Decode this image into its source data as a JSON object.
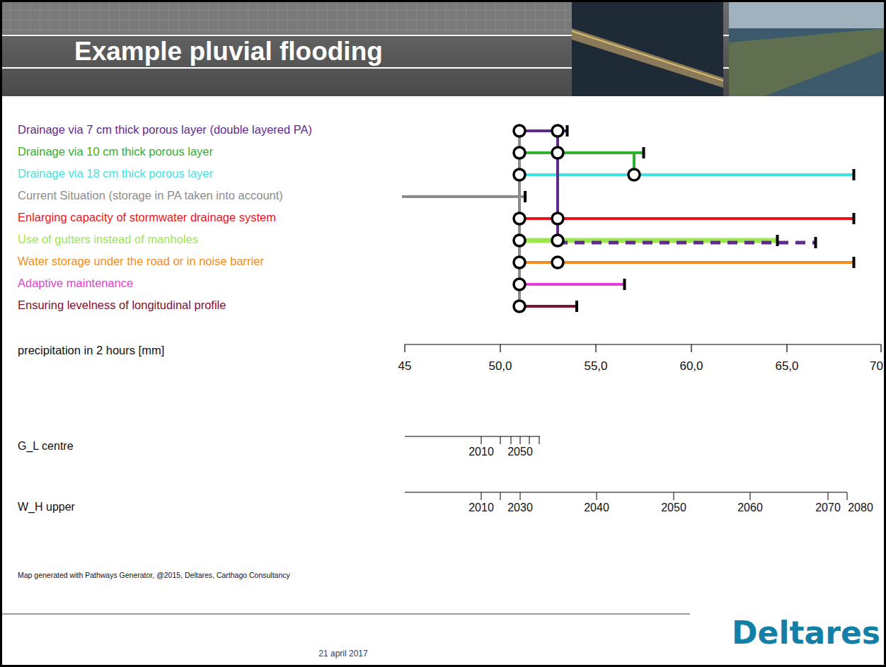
{
  "diagram": {
    "title": "Example pluvial flooding",
    "legend": [
      {
        "text": "Drainage via 7 cm thick porous layer (double layered PA)",
        "color": "#5e2a8c"
      },
      {
        "text": "Drainage via 10 cm thick porous layer",
        "color": "#2fb02f"
      },
      {
        "text": "Drainage via 18 cm thick porous layer",
        "color": "#3fe3e3"
      },
      {
        "text": "Current Situation (storage in PA taken into account)",
        "color": "#8c8c8c"
      },
      {
        "text": "Enlarging capacity of stormwater drainage system",
        "color": "#e8141e"
      },
      {
        "text": "Use of gutters instead of manholes",
        "color": "#9ce64f"
      },
      {
        "text": "Water storage under the road or in noise barrier",
        "color": "#f28c1e"
      },
      {
        "text": "Adaptive maintenance",
        "color": "#e63cd8"
      },
      {
        "text": "Ensuring levelness of longitudinal profile",
        "color": "#7a1232"
      }
    ],
    "labels": [
      "precipitation in 2 hours [mm]",
      "45",
      "50,0",
      "55,0",
      "60,0",
      "65,0",
      "70",
      "G_L centre",
      "2010",
      "2050",
      "W_H upper",
      "2010",
      "2030",
      "2040",
      "2050",
      "2060",
      "2070",
      "2080",
      "Map generated with Pathways Generator, @2015, Deltares, Carthago Consultancy",
      "21 april 2017",
      "Deltares"
    ]
  }
}
